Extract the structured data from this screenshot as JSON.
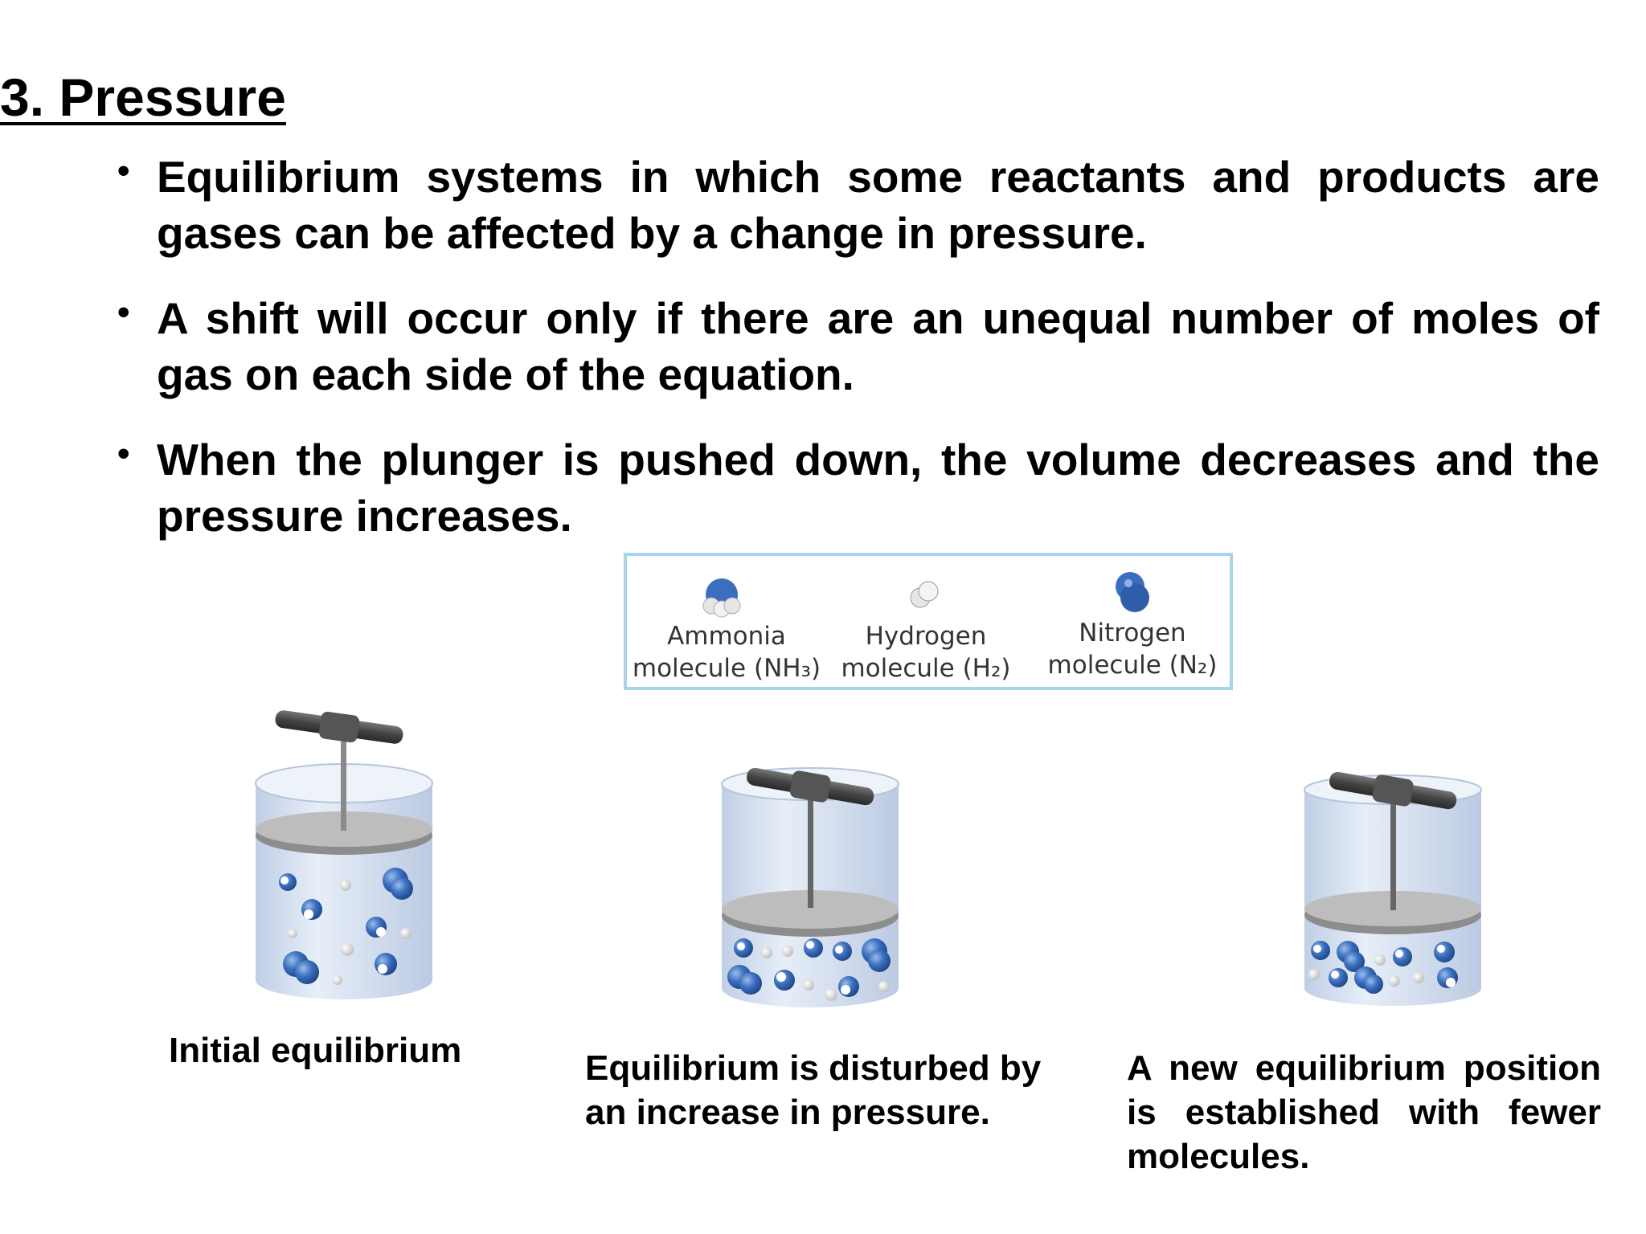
{
  "title": "3. Pressure",
  "bullets": [
    "Equilibrium systems in which some reactants and products are gases can be affected by a change in pressure.",
    "A shift will occur only if there are an unequal number of moles of gas on each side of the equation.",
    "When the plunger is pushed down, the volume decreases and the pressure increases."
  ],
  "legend": {
    "ammonia": "Ammonia\nmolecule (NH₃)",
    "hydrogen": "Hydrogen\nmolecule (H₂)",
    "nitrogen": "Nitrogen\nmolecule (N₂)"
  },
  "captions": {
    "initial": "Initial equilibrium",
    "disturbed": "Equilibrium is disturbed by an increase in pressure.",
    "new": "A new equilibrium position is established with fewer molecules."
  },
  "colors": {
    "nitrogen_blue": "#3a6fbf",
    "hydrogen_white": "#e6e6e6",
    "legend_border": "#a9d4ea",
    "cylinder_glass": "#d6e2f2"
  }
}
